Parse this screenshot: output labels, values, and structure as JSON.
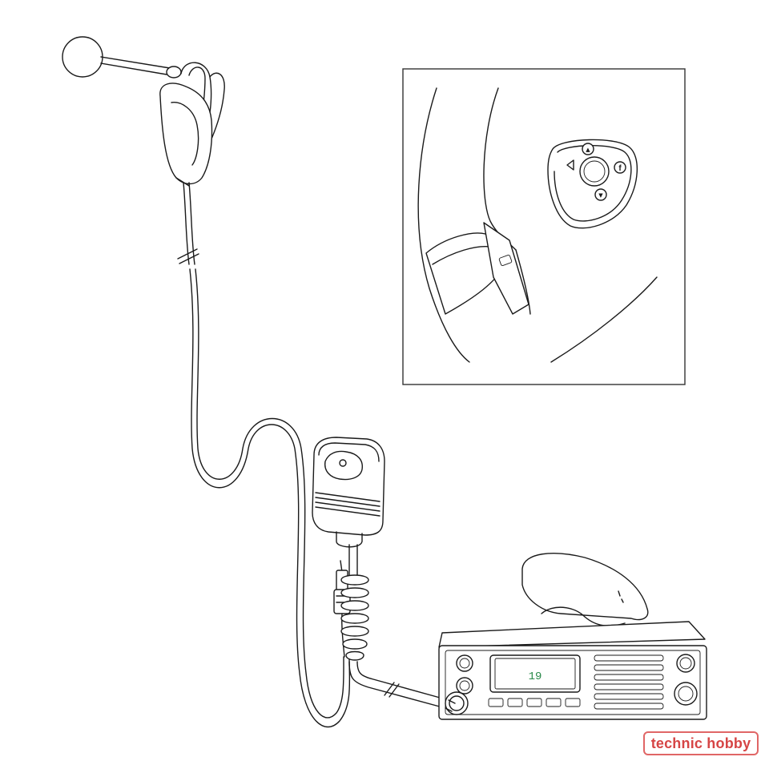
{
  "watermark": {
    "text": "technic hobby",
    "color": "#d64545",
    "border_color": "#e06666"
  },
  "inset": {
    "button_up_symbol": "▲",
    "button_down_symbol": "▼",
    "button_function_label": "f"
  },
  "radio": {
    "display_text": "19"
  },
  "icons": {
    "microphone": "boom-microphone-icon",
    "ptt_button": "steering-wheel-ptt-button-icon",
    "control_box": "control-box-icon",
    "jack": "audio-jack-icon",
    "radio": "cb-radio-icon"
  }
}
